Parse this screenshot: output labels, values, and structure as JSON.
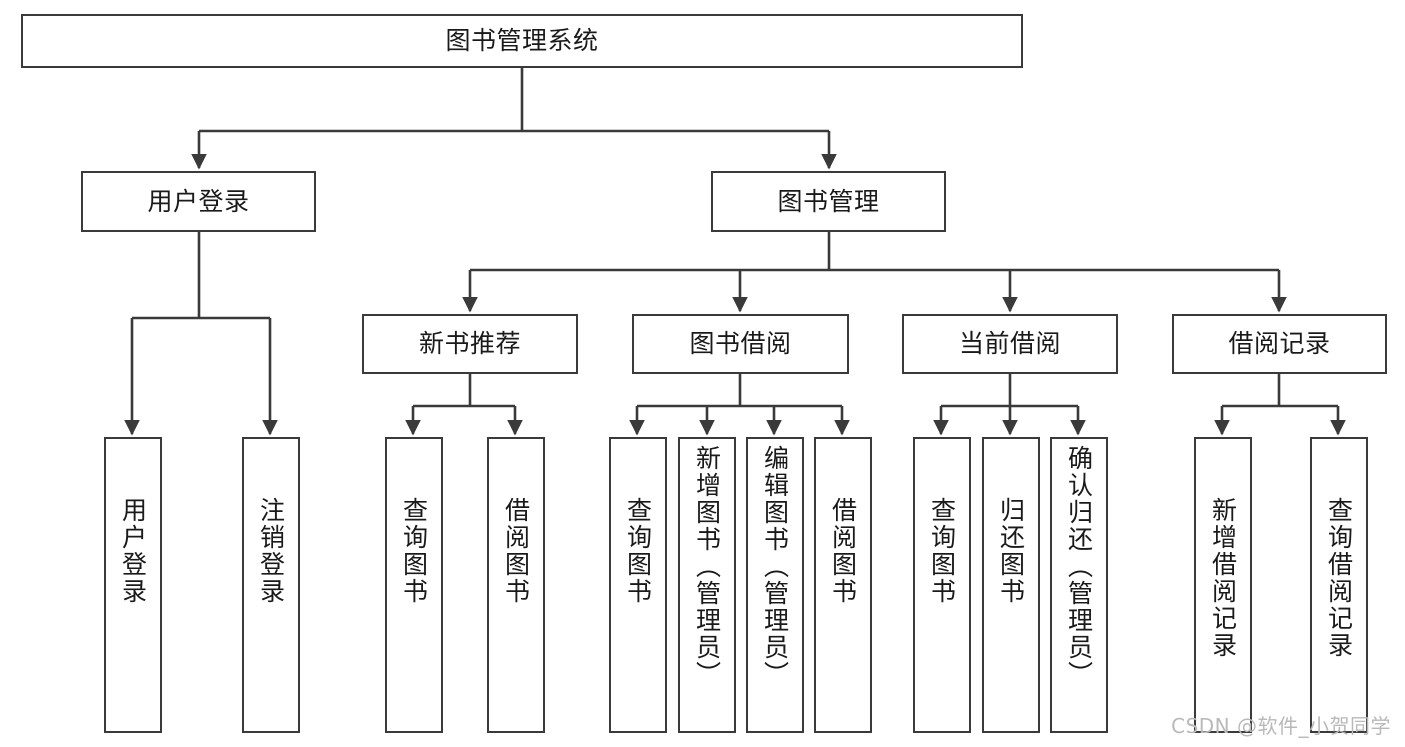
{
  "diagram": {
    "title": "图书管理系统",
    "type": "hierarchy-tree",
    "root": {
      "id": "root",
      "label": "图书管理系统"
    },
    "level2": [
      {
        "id": "user-login",
        "label": "用户登录"
      },
      {
        "id": "book-manage",
        "label": "图书管理"
      }
    ],
    "level3": [
      {
        "id": "new-book-rec",
        "label": "新书推荐",
        "parent": "book-manage"
      },
      {
        "id": "book-borrow",
        "label": "图书借阅",
        "parent": "book-manage"
      },
      {
        "id": "current-borrow",
        "label": "当前借阅",
        "parent": "book-manage"
      },
      {
        "id": "borrow-record",
        "label": "借阅记录",
        "parent": "book-manage"
      }
    ],
    "leaves": [
      {
        "id": "leaf-user-login",
        "label": "用户登录",
        "parent": "user-login"
      },
      {
        "id": "leaf-user-logout",
        "label": "注销登录",
        "parent": "user-login"
      },
      {
        "id": "leaf-rec-query",
        "label": "查询图书",
        "parent": "new-book-rec"
      },
      {
        "id": "leaf-rec-borrow",
        "label": "借阅图书",
        "parent": "new-book-rec"
      },
      {
        "id": "leaf-borrow-query",
        "label": "查询图书",
        "parent": "book-borrow"
      },
      {
        "id": "leaf-borrow-add",
        "label": "新增图书（管理员）",
        "parent": "book-borrow"
      },
      {
        "id": "leaf-borrow-edit",
        "label": "编辑图书（管理员）",
        "parent": "book-borrow"
      },
      {
        "id": "leaf-borrow-do",
        "label": "借阅图书",
        "parent": "book-borrow"
      },
      {
        "id": "leaf-cur-query",
        "label": "查询图书",
        "parent": "current-borrow"
      },
      {
        "id": "leaf-cur-return",
        "label": "归还图书",
        "parent": "current-borrow"
      },
      {
        "id": "leaf-cur-confirm",
        "label": "确认归还（管理员）",
        "parent": "current-borrow"
      },
      {
        "id": "leaf-rec-add",
        "label": "新增借阅记录",
        "parent": "borrow-record"
      },
      {
        "id": "leaf-rec-query2",
        "label": "查询借阅记录",
        "parent": "borrow-record"
      }
    ],
    "watermark": "CSDN @软件_小贺同学",
    "colors": {
      "stroke": "#3a3a3a",
      "fill": "#ffffff",
      "text": "#1a1a1a",
      "watermark": "#b9b9b9"
    }
  }
}
